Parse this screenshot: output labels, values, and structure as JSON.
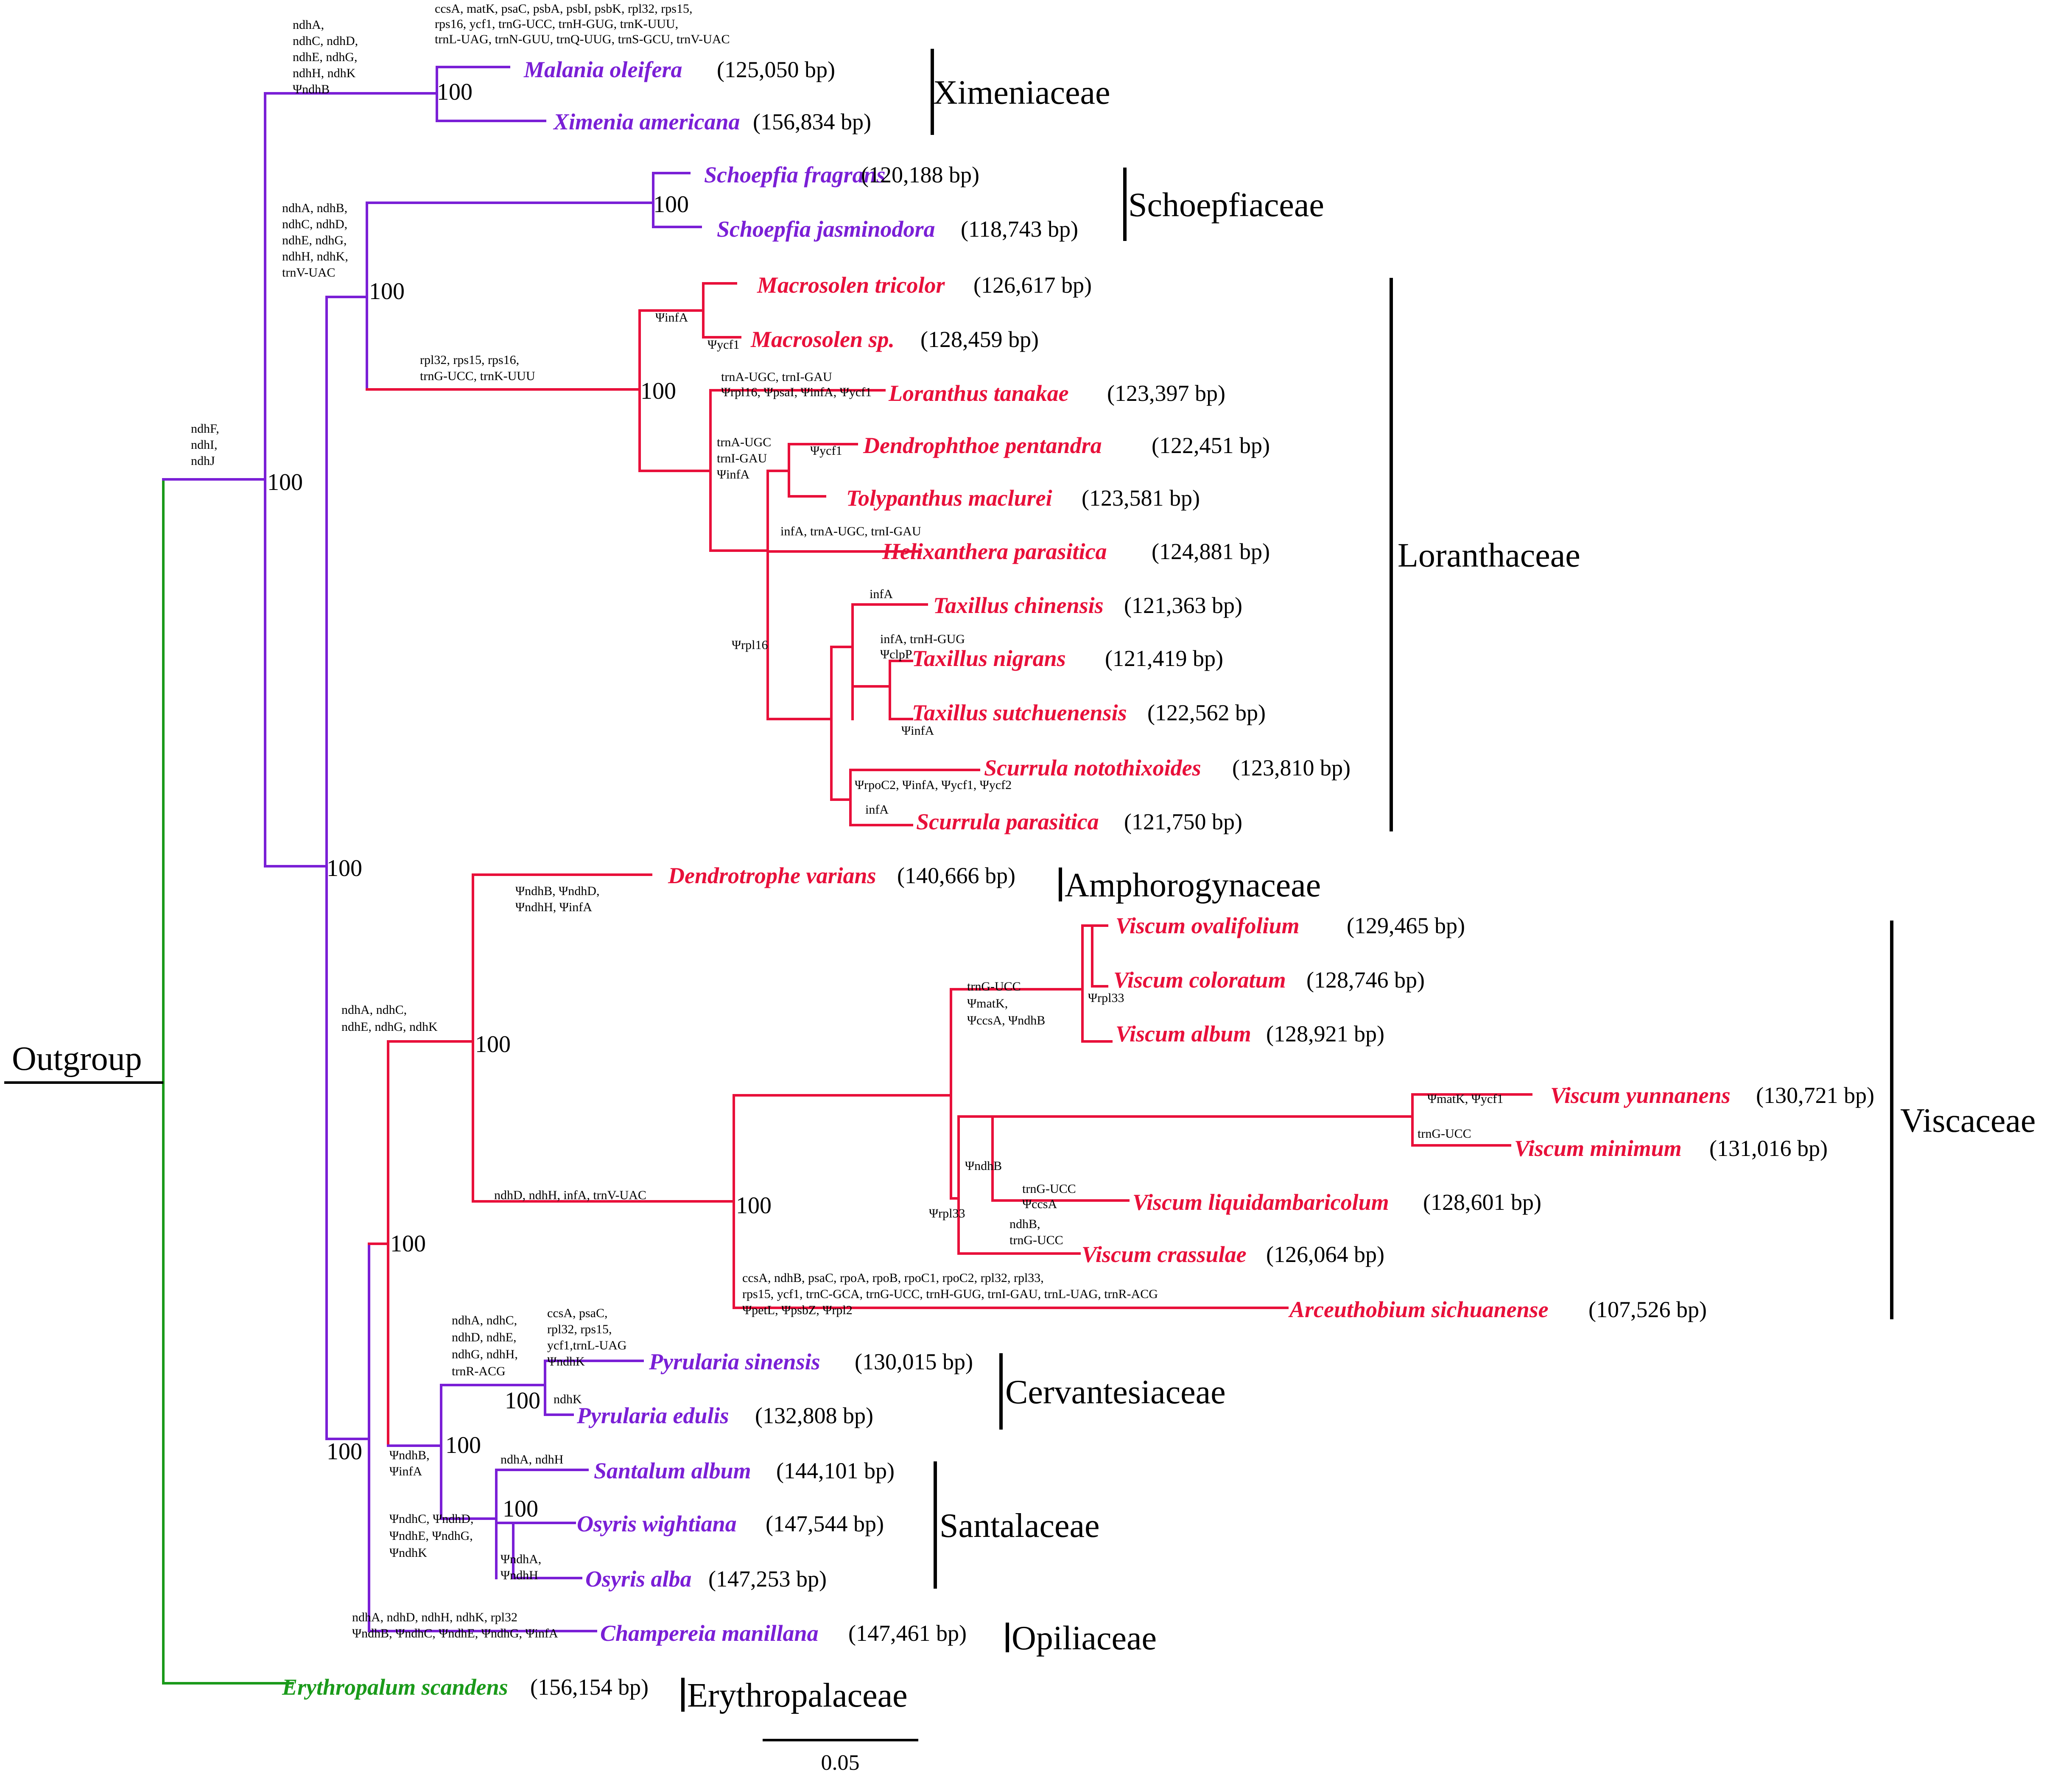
{
  "colors": {
    "purple": "#7a1fd6",
    "red": "#e8103a",
    "green": "#1a9a1a",
    "black": "#000000"
  },
  "outgroup_label": "Outgroup",
  "scale_bar": {
    "label": "0.05"
  },
  "taxa": [
    {
      "id": "malania",
      "name": "Malania oleifera",
      "size": "(125,050 bp)",
      "color": "purple"
    },
    {
      "id": "ximenia",
      "name": "Ximenia americana",
      "size": "(156,834 bp)",
      "color": "purple"
    },
    {
      "id": "sfragrans",
      "name": "Schoepfia fragrans",
      "size": "(120,188 bp)",
      "color": "purple"
    },
    {
      "id": "sjasmin",
      "name": "Schoepfia jasminodora",
      "size": "(118,743 bp)",
      "color": "purple"
    },
    {
      "id": "mtricolor",
      "name": "Macrosolen tricolor",
      "size": "(126,617 bp)",
      "color": "red"
    },
    {
      "id": "msp",
      "name": "Macrosolen sp.",
      "size": "(128,459 bp)",
      "color": "red"
    },
    {
      "id": "ltanakae",
      "name": "Loranthus tanakae",
      "size": "(123,397 bp)",
      "color": "red"
    },
    {
      "id": "dpentandra",
      "name": "Dendrophthoe pentandra",
      "size": "(122,451 bp)",
      "color": "red"
    },
    {
      "id": "tmaclurei",
      "name": "Tolypanthus maclurei",
      "size": "(123,581 bp)",
      "color": "red"
    },
    {
      "id": "hparasitica",
      "name": "Helixanthera parasitica",
      "size": "(124,881 bp)",
      "color": "red"
    },
    {
      "id": "tchinensis",
      "name": "Taxillus chinensis",
      "size": "(121,363 bp)",
      "color": "red"
    },
    {
      "id": "tnigrans",
      "name": "Taxillus nigrans",
      "size": "(121,419 bp)",
      "color": "red"
    },
    {
      "id": "tsutch",
      "name": "Taxillus sutchuenensis",
      "size": "(122,562 bp)",
      "color": "red"
    },
    {
      "id": "snoto",
      "name": "Scurrula notothixoides",
      "size": "(123,810 bp)",
      "color": "red"
    },
    {
      "id": "sparasitica",
      "name": "Scurrula parasitica",
      "size": "(121,750 bp)",
      "color": "red"
    },
    {
      "id": "dvarians",
      "name": "Dendrotrophe varians",
      "size": "(140,666 bp)",
      "color": "red"
    },
    {
      "id": "vovali",
      "name": "Viscum ovalifolium",
      "size": "(129,465 bp)",
      "color": "red"
    },
    {
      "id": "vcolor",
      "name": "Viscum coloratum",
      "size": "(128,746 bp)",
      "color": "red"
    },
    {
      "id": "valbum",
      "name": "Viscum album",
      "size": "(128,921 bp)",
      "color": "red"
    },
    {
      "id": "vyunn",
      "name": "Viscum yunnanens",
      "size": "(130,721 bp)",
      "color": "red"
    },
    {
      "id": "vmin",
      "name": "Viscum minimum",
      "size": "(131,016 bp)",
      "color": "red"
    },
    {
      "id": "vliq",
      "name": "Viscum liquidambaricolum",
      "size": "(128,601 bp)",
      "color": "red"
    },
    {
      "id": "vcrass",
      "name": "Viscum crassulae",
      "size": "(126,064 bp)",
      "color": "red"
    },
    {
      "id": "asich",
      "name": "Arceuthobium sichuanense",
      "size": "(107,526 bp)",
      "color": "red"
    },
    {
      "id": "psin",
      "name": "Pyrularia sinensis",
      "size": "(130,015 bp)",
      "color": "purple"
    },
    {
      "id": "pedulis",
      "name": "Pyrularia edulis",
      "size": "(132,808 bp)",
      "color": "purple"
    },
    {
      "id": "salbum",
      "name": "Santalum album",
      "size": "(144,101 bp)",
      "color": "purple"
    },
    {
      "id": "owight",
      "name": "Osyris wightiana",
      "size": "(147,544 bp)",
      "color": "purple"
    },
    {
      "id": "oalba",
      "name": "Osyris alba",
      "size": "(147,253 bp)",
      "color": "purple"
    },
    {
      "id": "cmanill",
      "name": "Champereia manillana",
      "size": "(147,461 bp)",
      "color": "purple"
    },
    {
      "id": "escand",
      "name": "Erythropalum scandens",
      "size": "(156,154 bp)",
      "color": "green"
    }
  ],
  "families": [
    {
      "id": "ximen",
      "name": "Ximeniaceae"
    },
    {
      "id": "schoep",
      "name": "Schoepfiaceae"
    },
    {
      "id": "loran",
      "name": "Loranthaceae"
    },
    {
      "id": "amph",
      "name": "Amphorogynaceae"
    },
    {
      "id": "visc",
      "name": "Viscaceae"
    },
    {
      "id": "cerv",
      "name": "Cervantesiaceae"
    },
    {
      "id": "sant",
      "name": "Santalaceae"
    },
    {
      "id": "opil",
      "name": "Opiliaceae"
    },
    {
      "id": "eryth",
      "name": "Erythropalaceae"
    }
  ],
  "supports": [
    {
      "id": "s1",
      "value": "100"
    },
    {
      "id": "s2",
      "value": "100"
    },
    {
      "id": "s3",
      "value": "100"
    },
    {
      "id": "s4",
      "value": "100"
    },
    {
      "id": "s5",
      "value": "100"
    },
    {
      "id": "s6",
      "value": "100"
    },
    {
      "id": "s7",
      "value": "100"
    },
    {
      "id": "s8",
      "value": "100"
    },
    {
      "id": "s9",
      "value": "100"
    },
    {
      "id": "s10",
      "value": "100"
    },
    {
      "id": "s11",
      "value": "100"
    },
    {
      "id": "s12",
      "value": "100"
    },
    {
      "id": "s13",
      "value": "100"
    }
  ],
  "annotations": [
    {
      "id": "a1",
      "lines": [
        "ndhF,",
        "ndhI,",
        "ndhJ"
      ]
    },
    {
      "id": "a2",
      "lines": [
        "ndhA,",
        "ndhC, ndhD,",
        "ndhE, ndhG,",
        "ndhH, ndhK",
        "ΨndhB"
      ]
    },
    {
      "id": "a3",
      "lines": [
        "ccsA, matK, psaC, psbA, psbI, psbK, rpl32, rps15,",
        "rps16, ycf1, trnG-UCC, trnH-GUG, trnK-UUU,",
        "trnL-UAG, trnN-GUU, trnQ-UUG, trnS-GCU, trnV-UAC"
      ]
    },
    {
      "id": "a4",
      "lines": [
        "ndhA, ndhB,",
        "ndhC, ndhD,",
        "ndhE, ndhG,",
        "ndhH, ndhK,",
        "trnV-UAC"
      ]
    },
    {
      "id": "a5",
      "lines": [
        "rpl32, rps15, rps16,",
        "trnG-UCC, trnK-UUU"
      ]
    },
    {
      "id": "a6",
      "lines": [
        "ΨinfA"
      ]
    },
    {
      "id": "a7",
      "lines": [
        "Ψycf1"
      ]
    },
    {
      "id": "a8",
      "lines": [
        "trnA-UGC, trnI-GAU",
        "Ψrpl16, ΨpsaI, ΨinfA, Ψycf1"
      ]
    },
    {
      "id": "a9",
      "lines": [
        "trnA-UGC",
        "trnI-GAU",
        "ΨinfA"
      ]
    },
    {
      "id": "a10",
      "lines": [
        "Ψycf1"
      ]
    },
    {
      "id": "a11",
      "lines": [
        "infA, trnA-UGC, trnI-GAU"
      ]
    },
    {
      "id": "a12",
      "lines": [
        "Ψrpl16"
      ]
    },
    {
      "id": "a13",
      "lines": [
        "infA"
      ]
    },
    {
      "id": "a14",
      "lines": [
        "infA, trnH-GUG",
        "ΨclpP"
      ]
    },
    {
      "id": "a15",
      "lines": [
        "ΨinfA"
      ]
    },
    {
      "id": "a16",
      "lines": [
        "ΨrpoC2, ΨinfA, Ψycf1, Ψycf2"
      ]
    },
    {
      "id": "a17",
      "lines": [
        "infA"
      ]
    },
    {
      "id": "a18",
      "lines": [
        "ΨndhB, ΨndhD,",
        "ΨndhH, ΨinfA"
      ]
    },
    {
      "id": "a19",
      "lines": [
        "ndhA, ndhC,",
        "ndhE, ndhG, ndhK"
      ]
    },
    {
      "id": "a20",
      "lines": [
        "trnG-UCC",
        "ΨmatK,",
        "ΨccsA, ΨndhB"
      ]
    },
    {
      "id": "a21",
      "lines": [
        "Ψrpl33"
      ]
    },
    {
      "id": "a22",
      "lines": [
        "ΨmatK, Ψycf1"
      ]
    },
    {
      "id": "a23",
      "lines": [
        "trnG-UCC"
      ]
    },
    {
      "id": "a24",
      "lines": [
        "ΨndhB"
      ]
    },
    {
      "id": "a25",
      "lines": [
        "Ψrpl33"
      ]
    },
    {
      "id": "a26",
      "lines": [
        "trnG-UCC",
        "ΨccsA"
      ]
    },
    {
      "id": "a27",
      "lines": [
        "ndhB,",
        "trnG-UCC"
      ]
    },
    {
      "id": "a28",
      "lines": [
        "ndhD, ndhH, infA, trnV-UAC"
      ]
    },
    {
      "id": "a29",
      "lines": [
        "ccsA, ndhB, psaC, rpoA, rpoB, rpoC1, rpoC2, rpl32, rpl33,",
        "rps15, ycf1, trnC-GCA, trnG-UCC, trnH-GUG, trnI-GAU, trnL-UAG, trnR-ACG",
        "ΨpetL, ΨpsbZ, Ψrpl2"
      ]
    },
    {
      "id": "a30",
      "lines": [
        "ccsA, psaC,",
        "rpl32, rps15,",
        "ycf1,trnL-UAG",
        "ΨndhK"
      ]
    },
    {
      "id": "a31",
      "lines": [
        "ndhA, ndhC,",
        "ndhD, ndhE,",
        "ndhG, ndhH,",
        "trnR-ACG"
      ]
    },
    {
      "id": "a32",
      "lines": [
        "ndhK"
      ]
    },
    {
      "id": "a33",
      "lines": [
        "ΨndhB,",
        "ΨinfA"
      ]
    },
    {
      "id": "a34",
      "lines": [
        "ndhA, ndhH"
      ]
    },
    {
      "id": "a35",
      "lines": [
        "ΨndhC, ΨndhD,",
        "ΨndhE, ΨndhG,",
        "ΨndhK"
      ]
    },
    {
      "id": "a36",
      "lines": [
        "ΨndhA,",
        "ΨndhH"
      ]
    },
    {
      "id": "a37",
      "lines": [
        "ndhA, ndhD, ndhH, ndhK, rpl32",
        "ΨndhB, ΨndhC, ΨndhE, ΨndhG, ΨinfA"
      ]
    }
  ]
}
